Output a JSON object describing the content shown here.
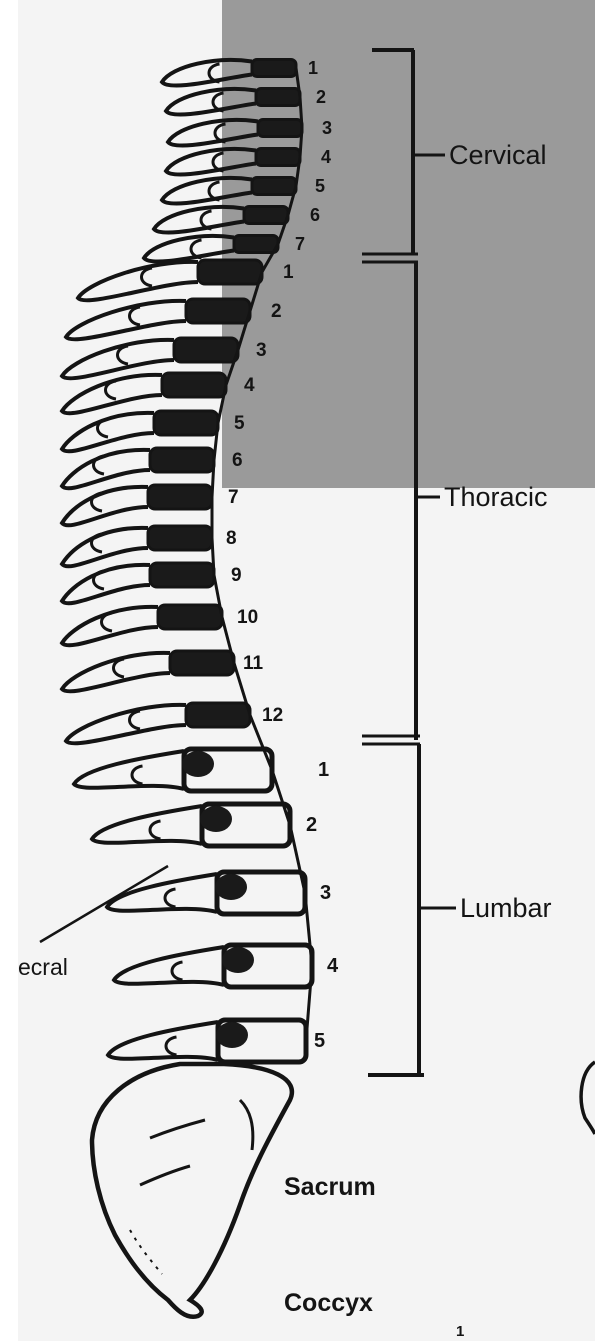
{
  "regions": [
    {
      "id": "cervical",
      "name": "Cervical",
      "vertebrae": [
        "1",
        "2",
        "3",
        "4",
        "5",
        "6",
        "7"
      ]
    },
    {
      "id": "thoracic",
      "name": "Thoracic",
      "vertebrae": [
        "1",
        "2",
        "3",
        "4",
        "5",
        "6",
        "7",
        "8",
        "9",
        "10",
        "11",
        "12"
      ]
    },
    {
      "id": "lumbar",
      "name": "Lumbar",
      "vertebrae": [
        "1",
        "2",
        "3",
        "4",
        "5"
      ]
    }
  ],
  "lower_labels": {
    "sacrum": "Sacrum",
    "coccyx": "Coccyx"
  },
  "callout_label": "ecral",
  "page_number": "1",
  "colors": {
    "ink": "#141414",
    "shade": "#9a9a9a",
    "paper": "#f4f4f4"
  }
}
